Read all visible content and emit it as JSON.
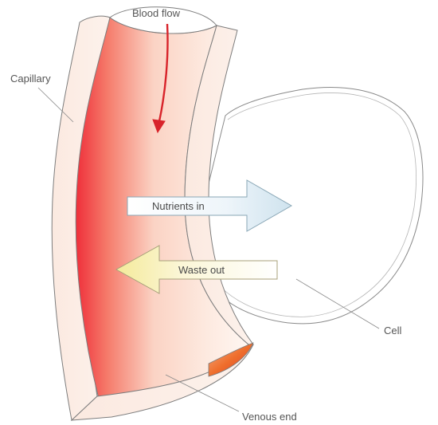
{
  "labels": {
    "blood_flow": "Blood flow",
    "capillary": "Capillary",
    "nutrients_in": "Nutrients in",
    "waste_out": "Waste out",
    "cell": "Cell",
    "venous_end": "Venous end"
  },
  "colors": {
    "vessel_red": "#f03a3a",
    "vessel_peach": "#fbe3d6",
    "flow_arrow": "#d8232a",
    "nutrients_arrow": "#dcecf4",
    "waste_arrow": "#f7f0b8",
    "outline": "#7d7d7d",
    "label_text": "#555555"
  }
}
